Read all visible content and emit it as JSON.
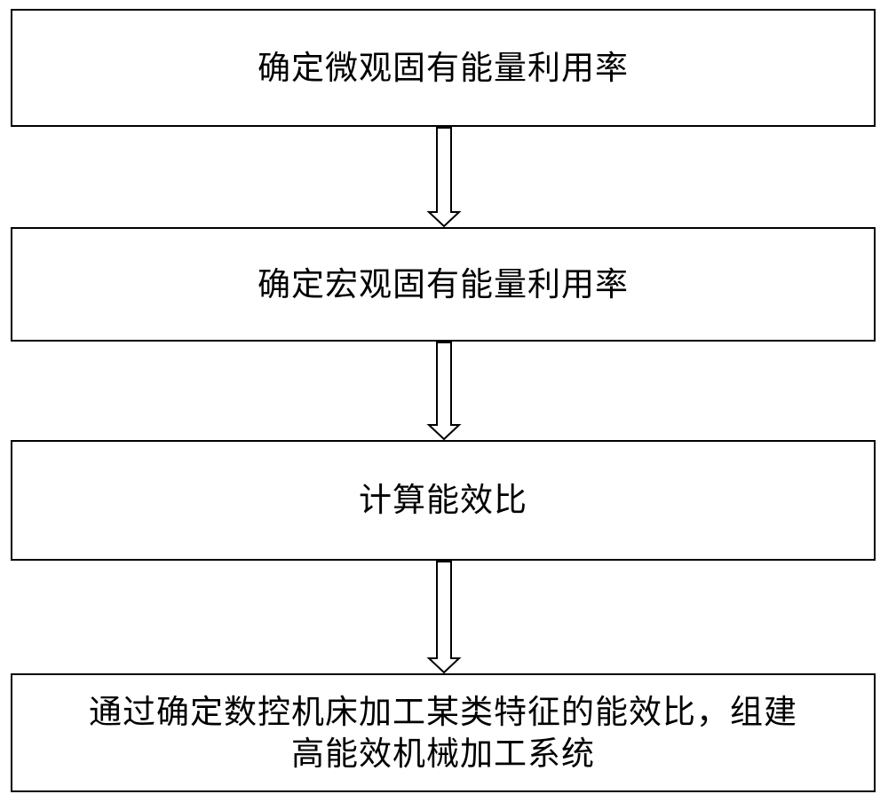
{
  "steps": [
    {
      "lines": [
        "确定微观固有能量利用率"
      ]
    },
    {
      "lines": [
        "确定宏观固有能量利用率"
      ]
    },
    {
      "lines": [
        "计算能效比"
      ]
    },
    {
      "lines": [
        "通过确定数控机床加工某类特征的能效比，组建",
        "高能效机械加工系统"
      ]
    }
  ]
}
